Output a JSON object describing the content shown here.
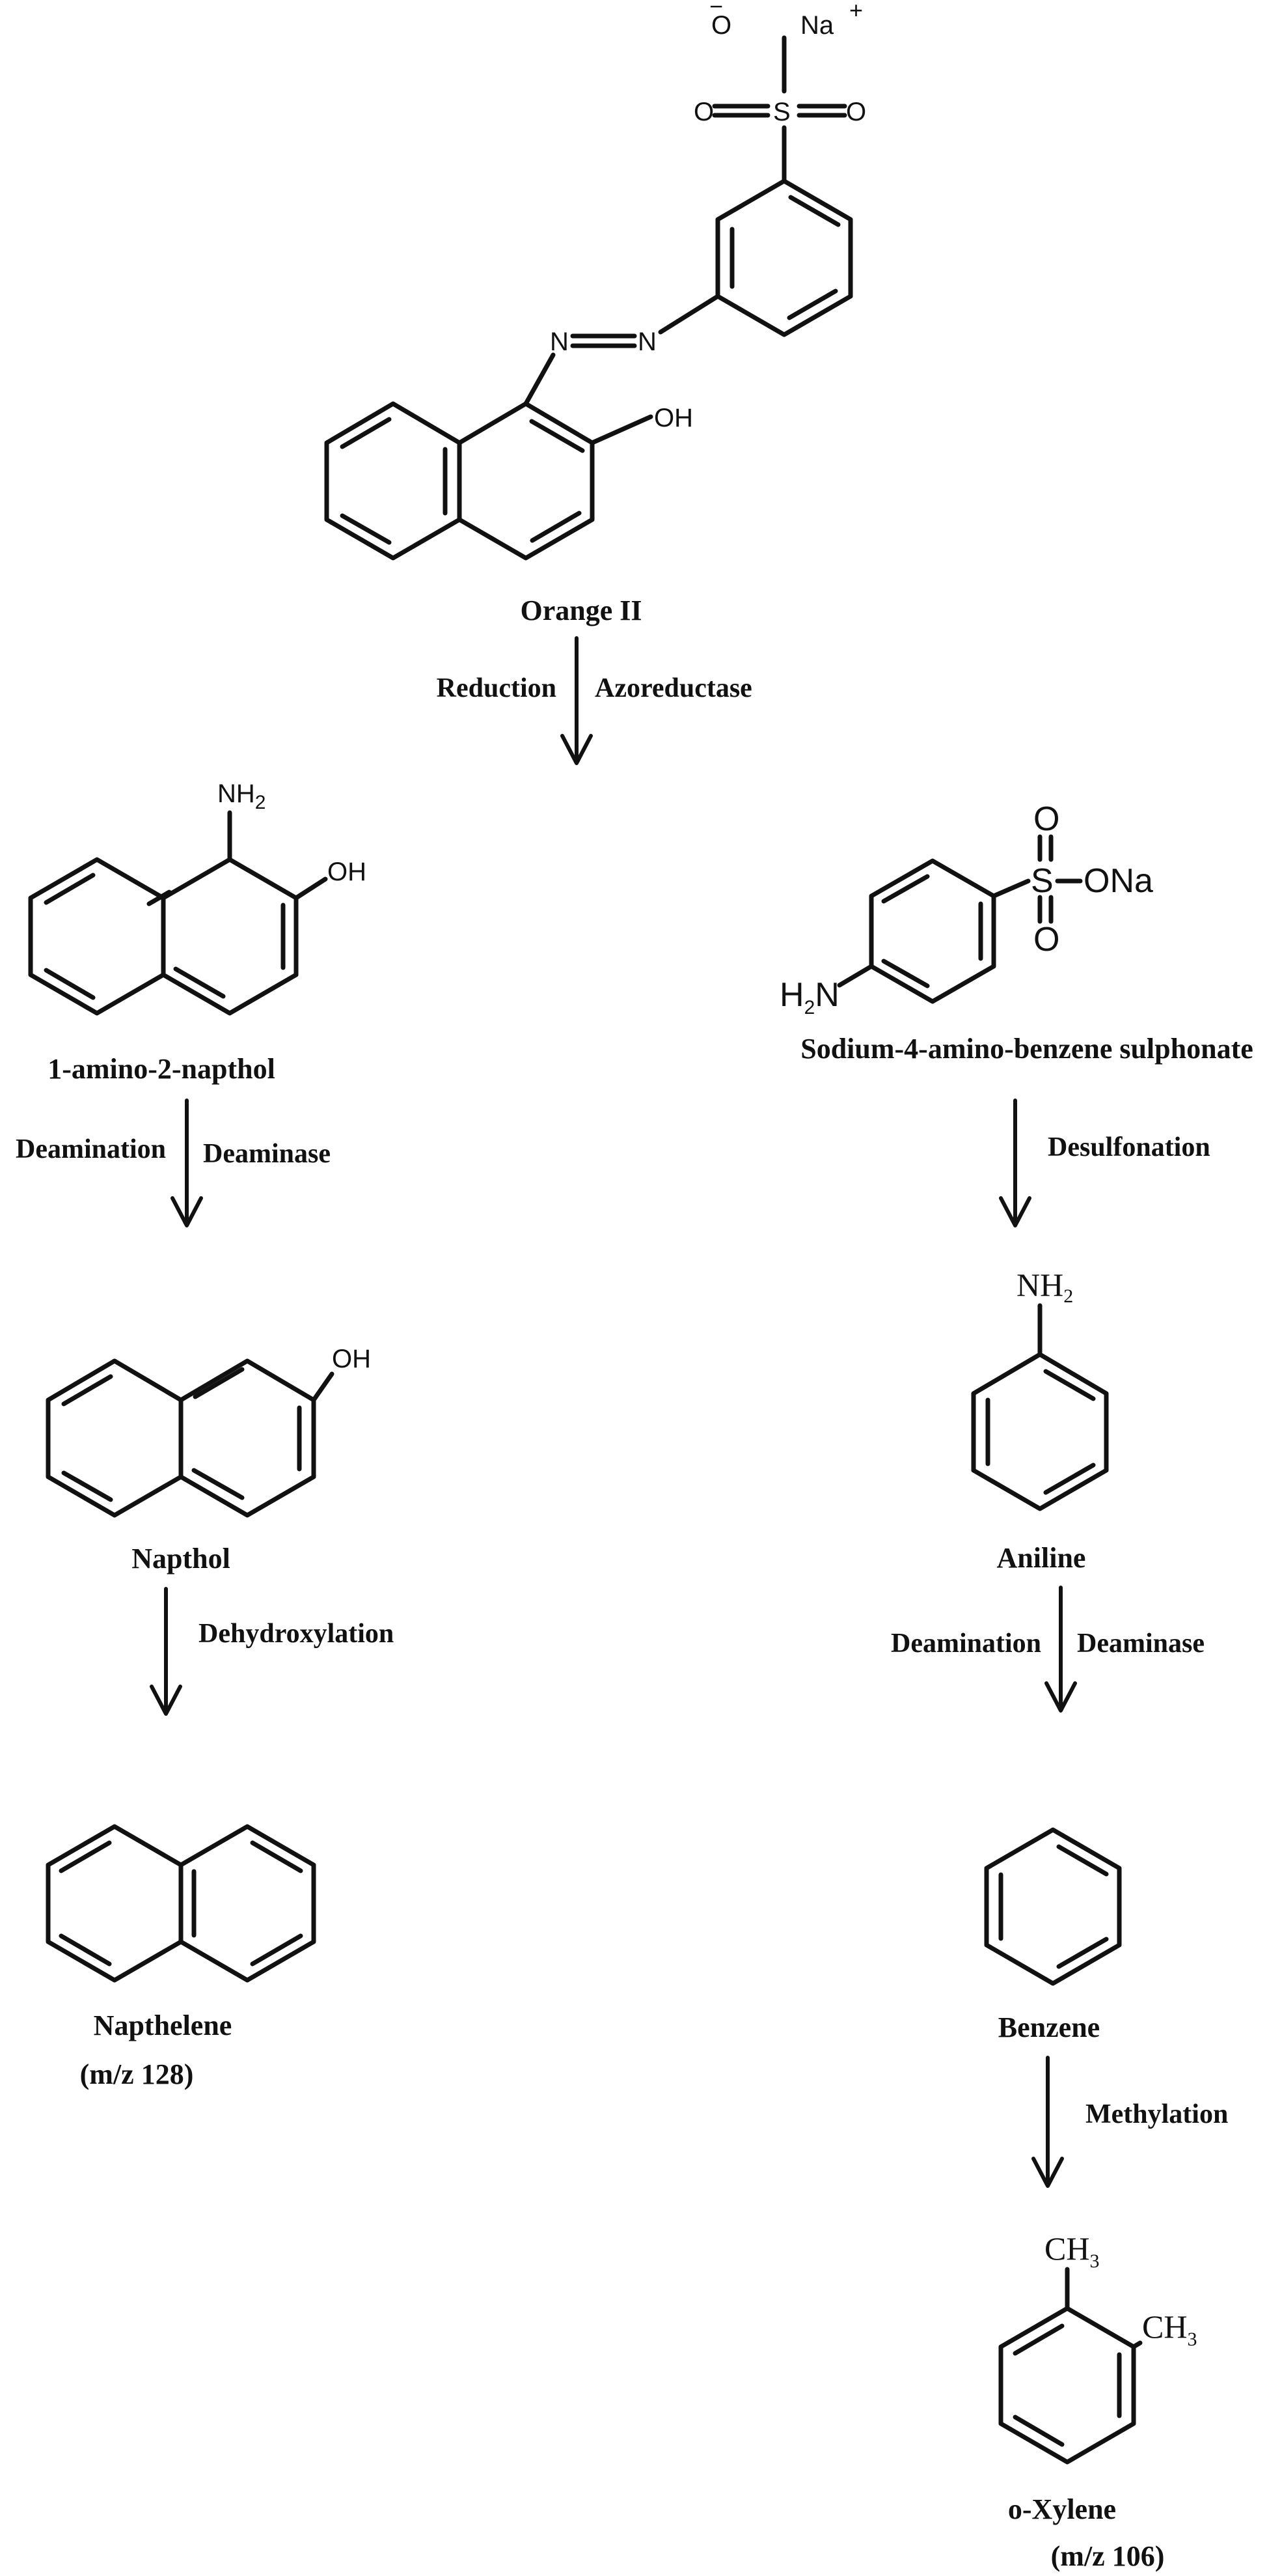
{
  "compounds": {
    "orange_ii": {
      "name": "Orange II"
    },
    "amino_naphthol": {
      "name": "1-amino-2-napthol"
    },
    "sulphonate": {
      "name": "Sodium-4-amino-benzene sulphonate"
    },
    "napthol": {
      "name": "Napthol"
    },
    "aniline": {
      "name": "Aniline"
    },
    "napthelene": {
      "name": "Napthelene",
      "mz": "(m/z 128)"
    },
    "benzene": {
      "name": "Benzene"
    },
    "o_xylene": {
      "name": "o-Xylene",
      "mz": "(m/z 106)"
    }
  },
  "steps": {
    "reduction": {
      "left": "Reduction",
      "right": "Azoreductase"
    },
    "deamination_left": {
      "left": "Deamination",
      "right": "Deaminase"
    },
    "desulfonation": {
      "right": "Desulfonation"
    },
    "dehydroxylation": {
      "right": "Dehydroxylation"
    },
    "deamination_right": {
      "left": "Deamination",
      "right": "Deaminase"
    },
    "methylation": {
      "right": "Methylation"
    }
  },
  "atoms": {
    "o": "O",
    "s": "S",
    "na": "Na",
    "minus": "−",
    "plus": "+",
    "n": "N",
    "oh": "OH",
    "nh": "NH",
    "h": "H",
    "two": "2",
    "ona": "ONa",
    "ch": "CH",
    "three": "3"
  }
}
